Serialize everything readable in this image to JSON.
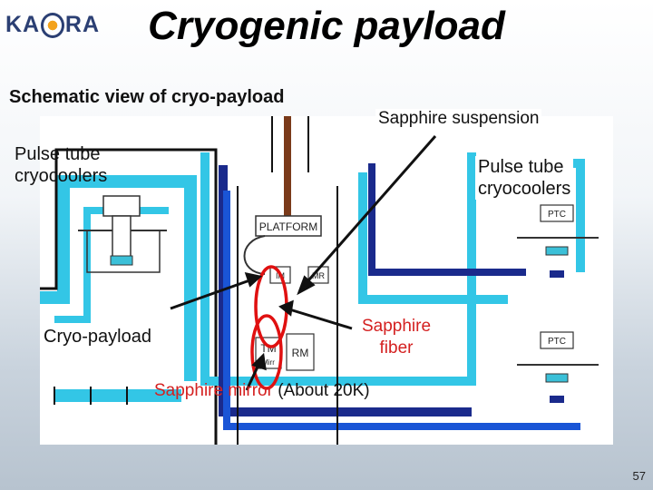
{
  "logo": {
    "text_left": "KA",
    "text_right": "RA"
  },
  "title": "Cryogenic payload",
  "labels": {
    "schematic": "Schematic view of cryo-payload",
    "sapphire_suspension": "Sapphire suspension",
    "ptc_left_line1": "Pulse tube",
    "ptc_left_line2": "cryocoolers",
    "ptc_right_line1": "Pulse tube",
    "ptc_right_line2": "cryocoolers",
    "cryo_payload": "Cryo-payload",
    "sapphire_fiber_line1": "Sapphire",
    "sapphire_fiber_line2": "fiber",
    "sapphire_mirror": "Sapphire mirror",
    "about_temp": "(About 20K)"
  },
  "diagram_labels": {
    "ptc": "PTC",
    "platform": "PLATFORM",
    "tm": "TM",
    "rm": "RM",
    "mr": "MR",
    "im": "IM",
    "mirror_small": "Mirr"
  },
  "colors": {
    "cyan_pipe": "#33c6e6",
    "navy_pipe": "#1a2a8c",
    "blue_pipe": "#1a55d6",
    "red_highlight": "#e01010",
    "red_text": "#d42020",
    "brown_rod": "#7a3a1a",
    "diagram_bg": "#ffffff"
  },
  "page_number": "57"
}
